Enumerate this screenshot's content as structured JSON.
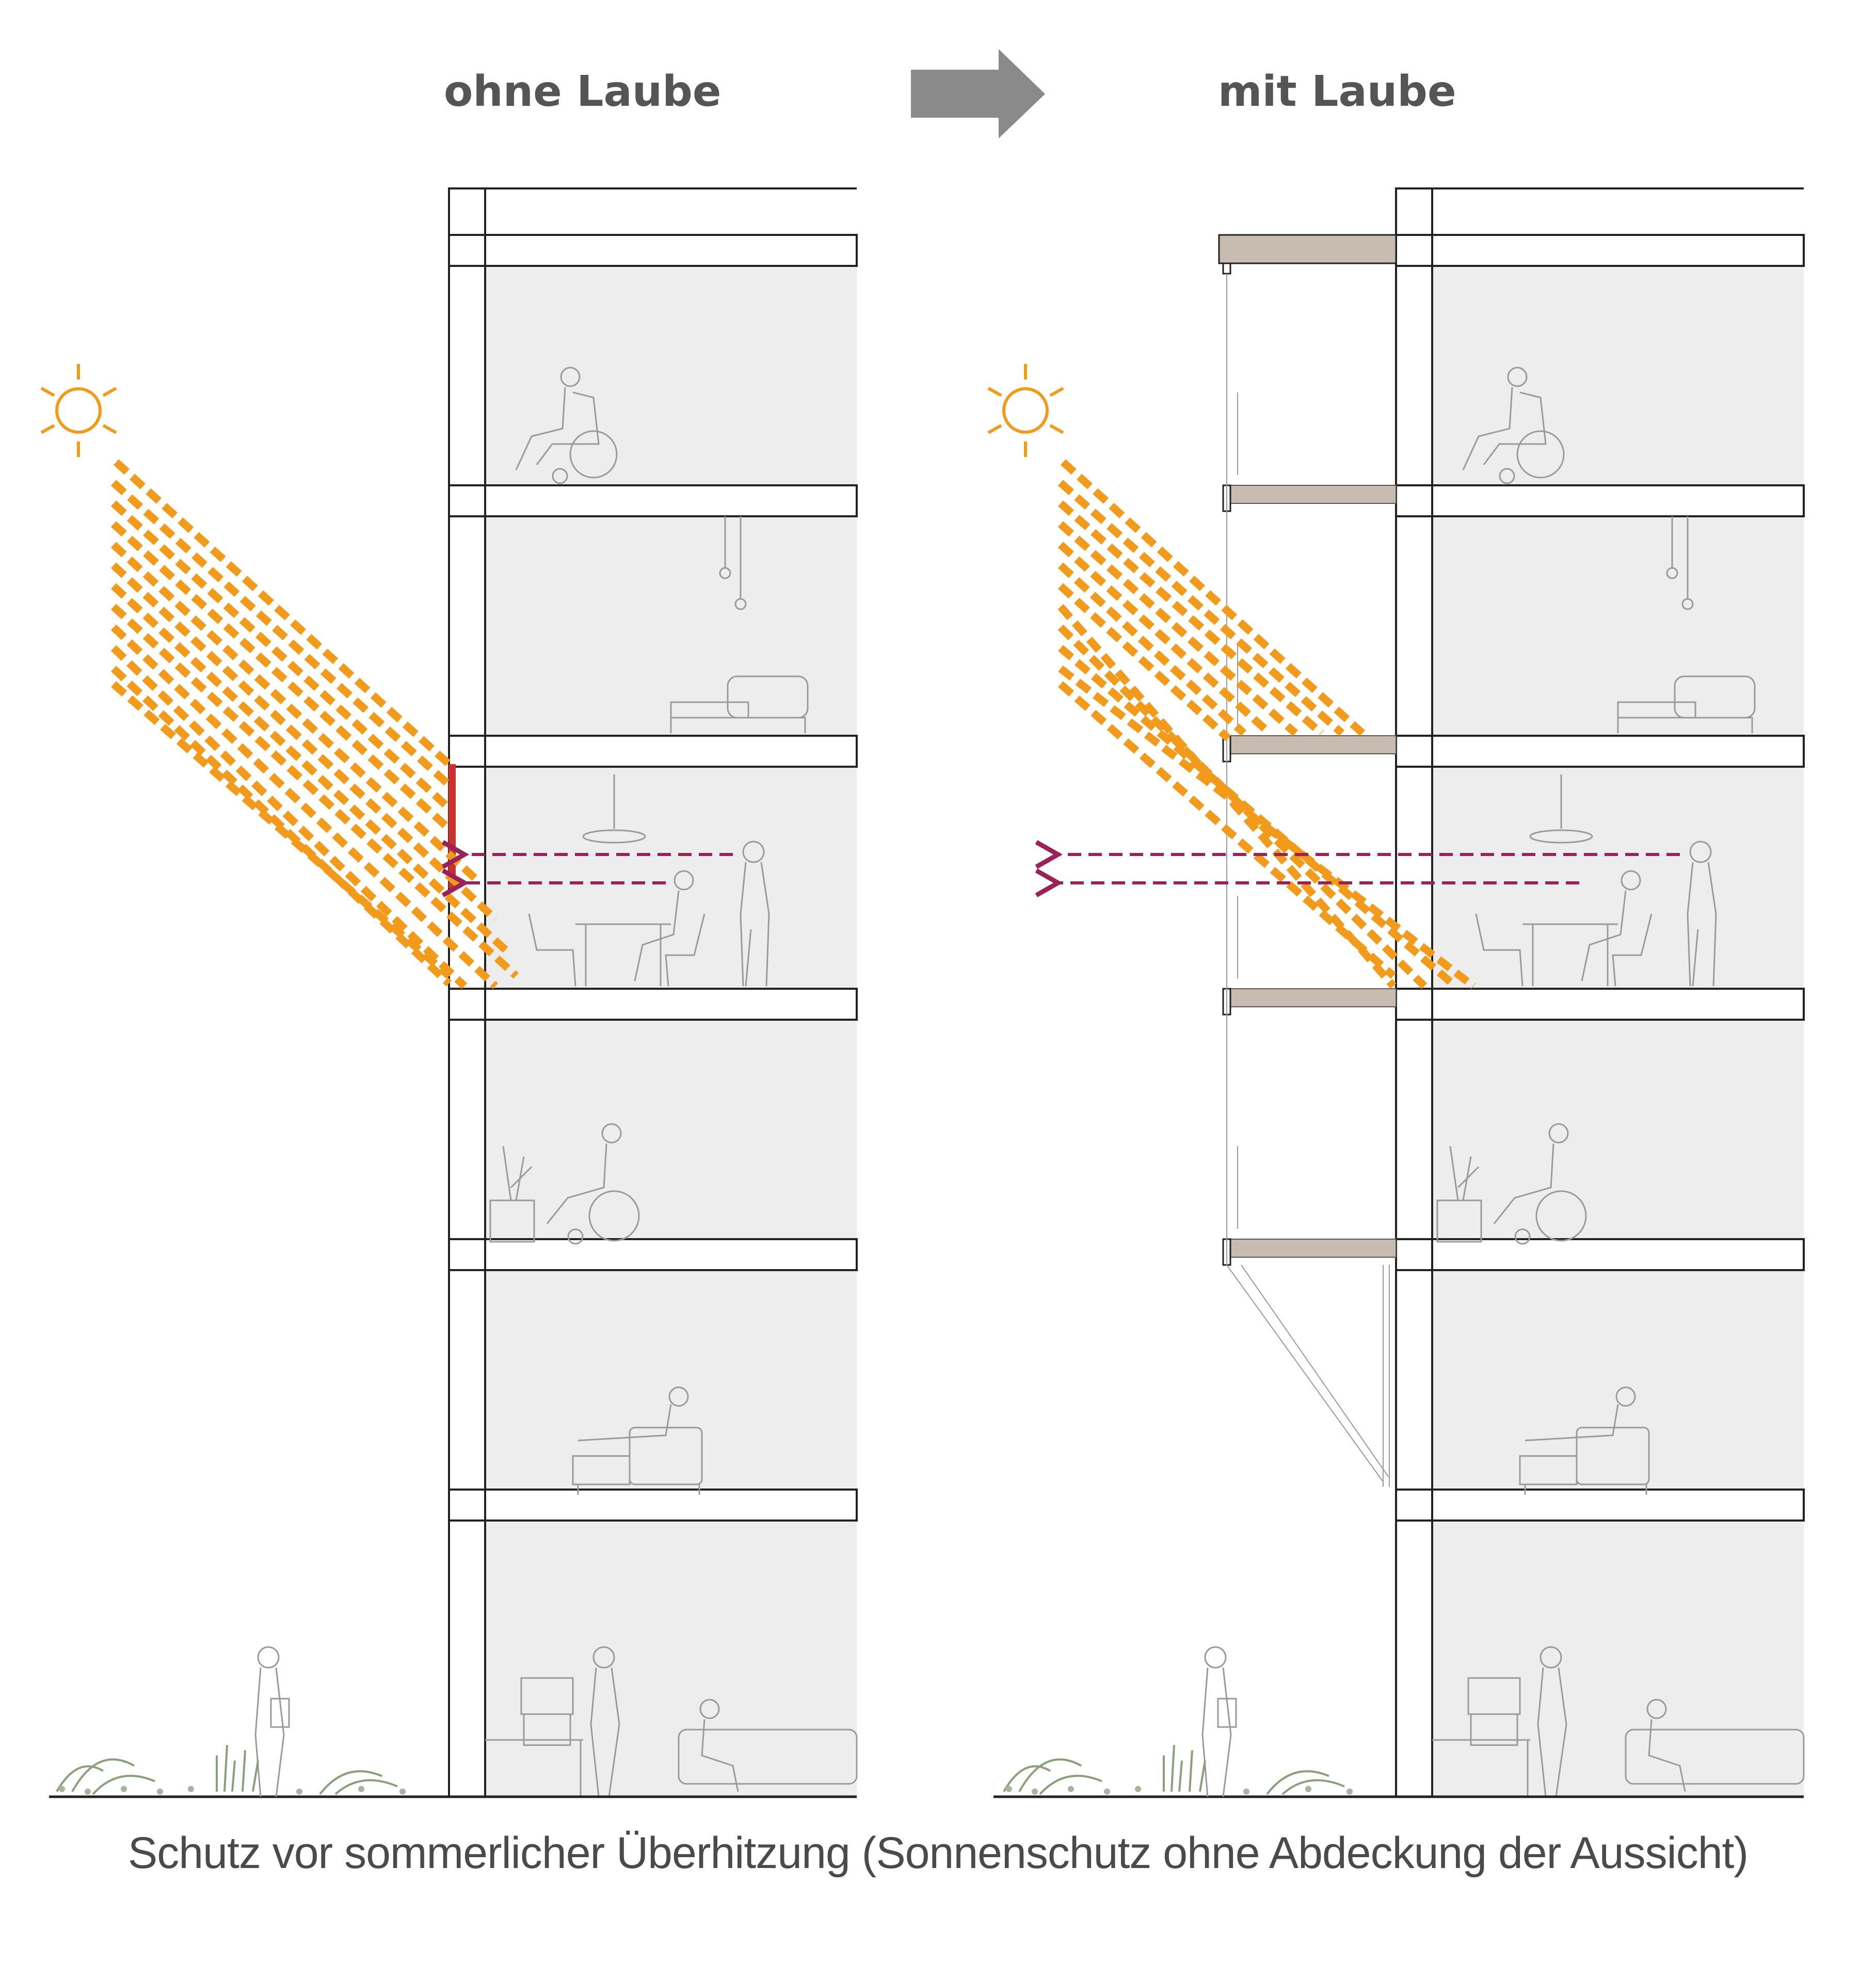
{
  "titles": {
    "left": "ohne Laube",
    "right": "mit Laube"
  },
  "caption": "Schutz vor sommerlicher Überhitzung (Sonnenschutz ohne Abdeckung der Aussicht)",
  "colors": {
    "sun": "#f29a1b",
    "sun_rays": "#f29a1b",
    "view_arrows": "#9b2257",
    "heated_window": "#c9322b",
    "arrow": "#8a8a8a",
    "room_fill": "#ededed",
    "balcony_slab": "#c8bcb0",
    "outline": "#222222"
  },
  "icons": {
    "sun": "sun-icon",
    "transition": "arrow-right-icon"
  }
}
